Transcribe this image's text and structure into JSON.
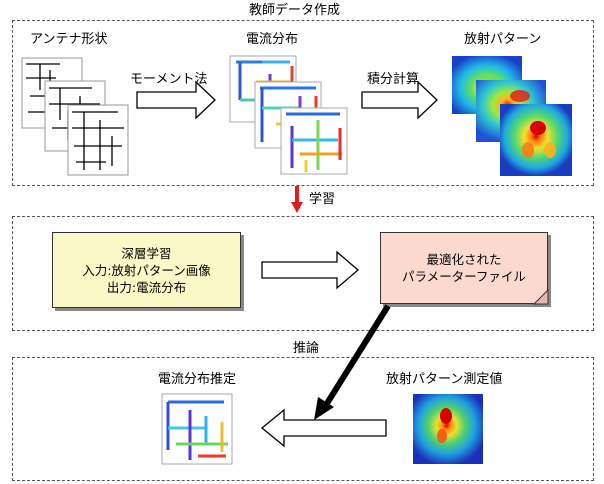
{
  "sections": {
    "top_title": "教師データ作成",
    "middle_title": "学習",
    "bottom_title": "推論"
  },
  "top": {
    "antenna_label": "アンテナ形状",
    "method_label": "モーメント法",
    "current_label": "電流分布",
    "integration_label": "積分計算",
    "pattern_label": "放射パターン"
  },
  "middle": {
    "dl_title": "深層学習",
    "dl_input": "入力:放射パターン画像",
    "dl_output": "出力:電流分布",
    "param_line1": "最適化された",
    "param_line2": "パラメーターファイル"
  },
  "bottom": {
    "estimate_label": "電流分布推定",
    "measured_label": "放射パターン測定値"
  },
  "colors": {
    "learn_arrow": "#e21b1b",
    "infer_arrow": "#000000",
    "yellow_box": "#fbf8c8",
    "pink_box": "#fcd9cf"
  }
}
